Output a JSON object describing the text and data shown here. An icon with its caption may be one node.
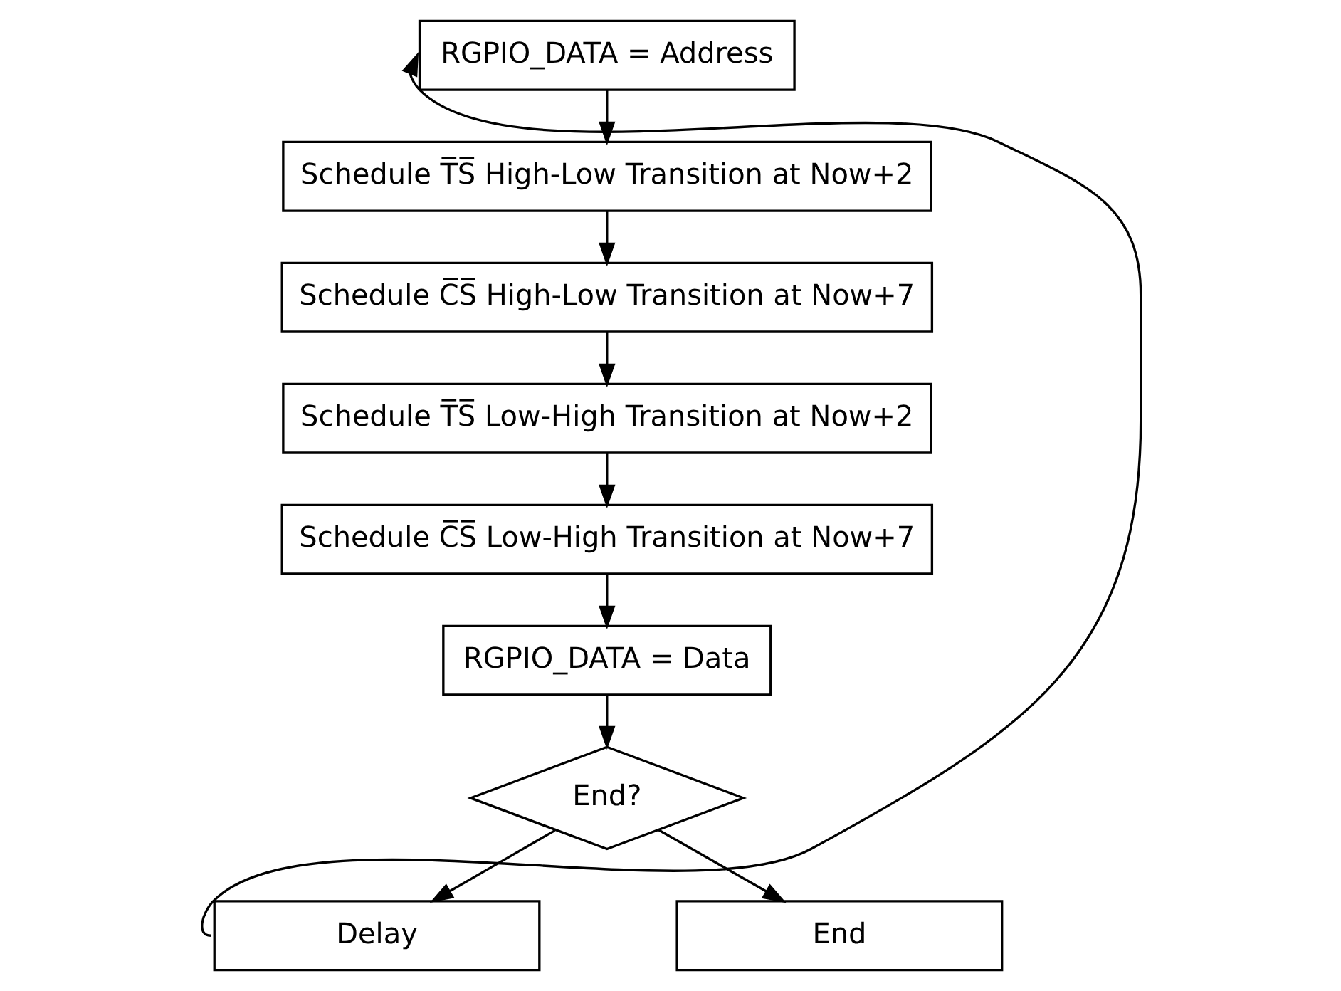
{
  "diagram": {
    "nodes": [
      {
        "text": [
          "RGPIO_DATA = Address"
        ]
      },
      {
        "text": [
          "Schedule T̅S̅ High-Low Transition at Now+2"
        ]
      },
      {
        "text": [
          "Schedule C̅S̅ High-Low Transition at Now+7"
        ]
      },
      {
        "text": [
          "Schedule T̅S̅ Low-High Transition at Now+2"
        ]
      },
      {
        "text": [
          "Schedule C̅S̅ Low-High Transition at Now+7"
        ]
      },
      {
        "text": [
          "RGPIO_DATA = Data"
        ]
      },
      {
        "text": [
          "End?"
        ]
      },
      {
        "text": [
          "Delay"
        ]
      },
      {
        "text": [
          "End"
        ]
      }
    ],
    "edges": [
      {
        "from": 0,
        "to": 1,
        "arrow": "to"
      },
      {
        "from": 1,
        "to": 2,
        "arrow": "to"
      },
      {
        "from": 2,
        "to": 3,
        "arrow": "to"
      },
      {
        "from": 3,
        "to": 4,
        "arrow": "to"
      },
      {
        "from": 4,
        "to": 5,
        "arrow": "to"
      },
      {
        "from": 5,
        "to": 6,
        "arrow": "to"
      },
      {
        "from": 6,
        "to": 7,
        "arrow": "to"
      },
      {
        "from": 6,
        "to": 8,
        "arrow": "to"
      },
      {
        "from": 7,
        "to": 0,
        "arrow": "to"
      }
    ]
  }
}
